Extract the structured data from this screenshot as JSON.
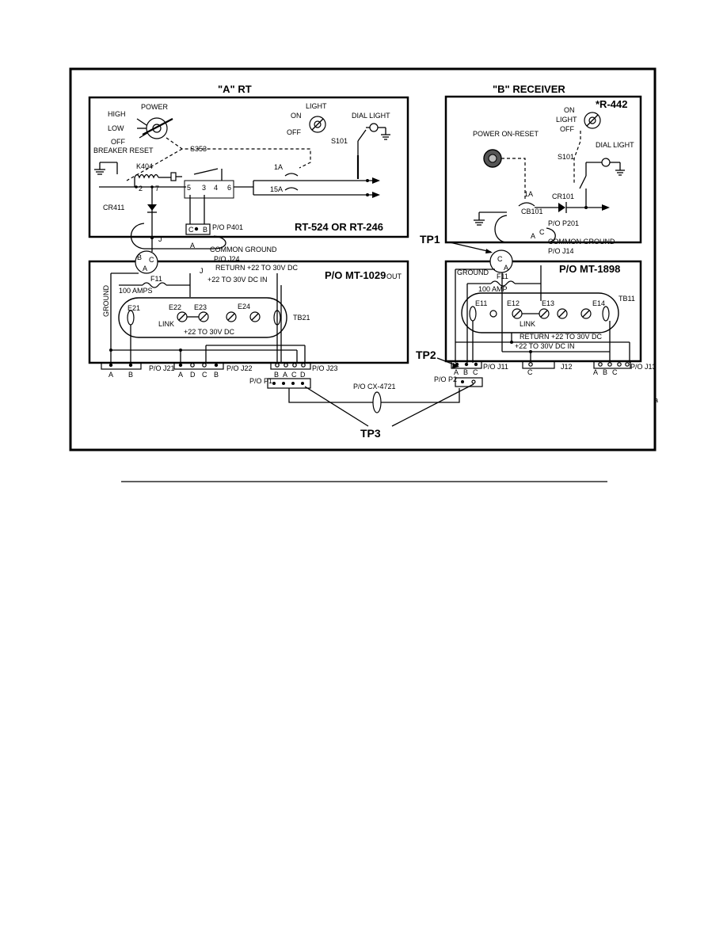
{
  "rt_panel": {
    "title": "\"A\" RT",
    "model": "RT-524 OR RT-246",
    "power_switch": {
      "label": "POWER",
      "high": "HIGH",
      "low": "LOW",
      "off": "OFF",
      "breaker_reset": "BREAKER RESET"
    },
    "light_switch": {
      "label": "LIGHT",
      "on": "ON",
      "off": "OFF"
    },
    "dial_light": "DIAL LIGHT",
    "s101": "S101",
    "s353": "S353",
    "k404": "K404",
    "cr411": "CR411",
    "breaker_1a": "1A",
    "breaker_15a": "15A",
    "pins": [
      "2",
      "7",
      "5",
      "3",
      "4",
      "6"
    ],
    "p401": "P/O P401",
    "p401_pins": [
      "C",
      "B"
    ],
    "j_label": "J"
  },
  "receiver_panel": {
    "title": "\"B\" RECEIVER",
    "model": "*R-442",
    "light_switch": {
      "label": "LIGHT",
      "on": "ON",
      "off": "OFF"
    },
    "power_reset": "POWER ON-RESET",
    "s101": "S101",
    "dial_light": "DIAL LIGHT",
    "cb101": "CB101",
    "cb_1a": "1A",
    "cr101": "CR101",
    "p201": "P/O P201",
    "p201_pins": [
      "A",
      "C"
    ]
  },
  "mt1029": {
    "title": "P/O MT-1029",
    "j24": "P/O J24",
    "j24_pins": [
      "B",
      "C",
      "A",
      "J"
    ],
    "common_ground": "COMMON GROUND",
    "return_label": "RETURN +22 TO 30V DC",
    "out": "OUT",
    "dc_in": "+22 TO 30V DC IN",
    "fuse": "F11",
    "fuse_rating": "100 AMPS",
    "ground": "GROUND",
    "terminals": [
      "E21",
      "E22",
      "E23",
      "E24"
    ],
    "link": "LINK",
    "tb": "TB21",
    "dc_label": "+22 TO 30V DC",
    "j21": "P/O J21",
    "j21_pins": [
      "A",
      "B"
    ],
    "j22": "P/O J22",
    "j22_pins": [
      "A",
      "D",
      "C",
      "B"
    ],
    "j23": "P/O J23",
    "j23_pins": [
      "B",
      "A",
      "C",
      "D"
    ]
  },
  "mt1898": {
    "title": "P/O MT-1898",
    "j14": "P/O J14",
    "j14_pins": [
      "C",
      "A"
    ],
    "common_ground": "COMMON GROUND",
    "ground": "GROUND",
    "fuse": "F11",
    "fuse_rating": "100 AMP",
    "terminals": [
      "E11",
      "E12",
      "E13",
      "E14"
    ],
    "link": "LINK",
    "tb": "TB11",
    "return_label": "RETURN +22 TO 30V DC",
    "dc_in": "+22 TO 30V DC IN",
    "j11": "P/O J11",
    "j11_pins": [
      "A",
      "B",
      "C"
    ],
    "j12": "J12",
    "j12_pin": "C",
    "j13": "P/O J13",
    "j13_pins": [
      "A",
      "B",
      "C"
    ]
  },
  "cable": {
    "label": "P/O CX-4721",
    "p1": "P/O P1",
    "p2": "P/O P2"
  },
  "test_points": {
    "tp1": "TP1",
    "tp2": "TP2",
    "tp3": "TP3"
  },
  "edge_mark": "a"
}
